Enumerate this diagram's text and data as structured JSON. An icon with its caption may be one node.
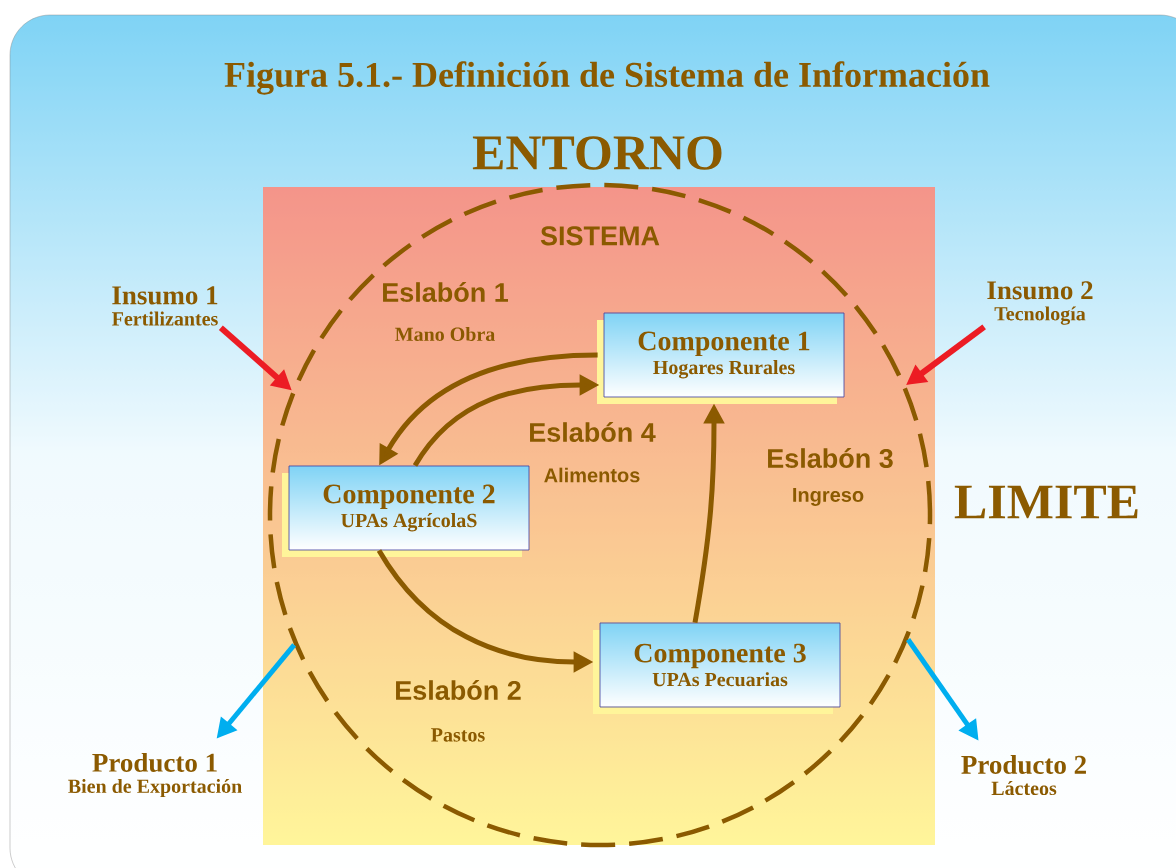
{
  "diagram": {
    "title": "Figura 5.1.- Definición de Sistema de Información",
    "nodes": [
      {
        "text": [
          "SISTEMA"
        ]
      },
      {
        "text": [
          "Insumo 1",
          "Fertilizantes"
        ]
      },
      {
        "text": [
          "Insumo 2",
          "Tecnología"
        ]
      },
      {
        "text": [
          "Componente 1",
          "Hogares Rurales"
        ],
        "in": 0
      },
      {
        "text": [
          "Componente 2",
          "UPAs AgrícolaS"
        ],
        "in": 0
      },
      {
        "text": [
          "Componente 3",
          "UPAs Pecuarias"
        ],
        "in": 0
      },
      {
        "text": [
          "Producto 1",
          "Bien de Exportación"
        ]
      },
      {
        "text": [
          "Producto 2",
          "Lácteos"
        ]
      }
    ],
    "edges": [
      {
        "from": 1,
        "to": 0,
        "arrow": "to",
        "color": "#ec1c24"
      },
      {
        "from": 2,
        "to": 0,
        "arrow": "to",
        "color": "#ec1c24"
      },
      {
        "from": 3,
        "to": 4,
        "arrow": "to",
        "label": "Eslabón 1"
      },
      {
        "from": 4,
        "to": 3,
        "arrow": "to",
        "label": "Eslabón 4"
      },
      {
        "from": 5,
        "to": 3,
        "arrow": "to",
        "label": "Eslabón 3"
      },
      {
        "from": 4,
        "to": 5,
        "arrow": "to",
        "label": "Eslabón 2"
      },
      {
        "from": 0,
        "to": 6,
        "arrow": "to",
        "color": "#00aeef"
      },
      {
        "from": 0,
        "to": 7,
        "arrow": "to",
        "color": "#00aeef"
      }
    ],
    "labels": [
      "ENTORNO",
      "Mano Obra",
      "Alimentos",
      "Ingreso",
      "LIMITE",
      "Pastos"
    ]
  }
}
